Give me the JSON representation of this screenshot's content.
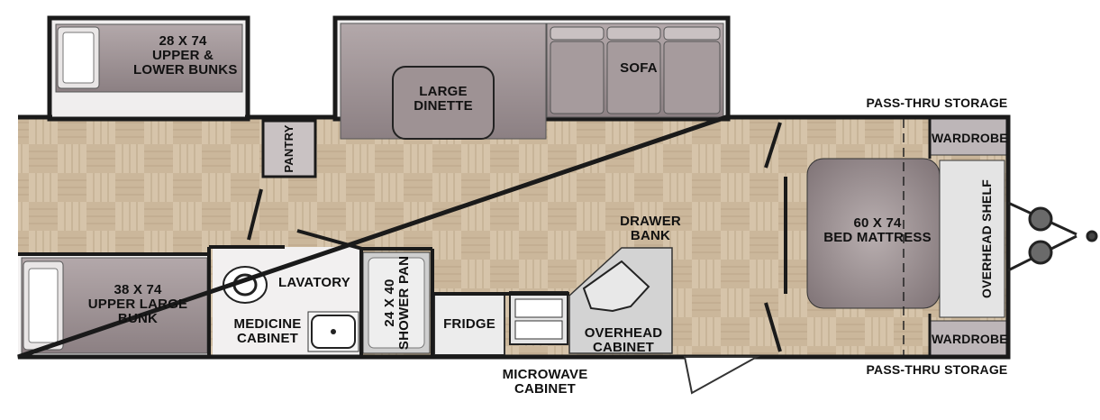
{
  "floorplan": {
    "labels": {
      "bunks_top": [
        "28 x 74",
        "UPPER &",
        "LOWER BUNKS"
      ],
      "dinette": [
        "LARGE",
        "DINETTE"
      ],
      "sofa": "SOFA",
      "pantry": "PANTRY",
      "bunk_large": [
        "38 x 74",
        "UPPER LARGE",
        "BUNK"
      ],
      "lavatory": "LAVATORY",
      "medicine_cabinet": [
        "MEDICINE",
        "CABINET"
      ],
      "shower": [
        "24 x 40",
        "SHOWER PAN"
      ],
      "fridge": "FRIDGE",
      "drawer_bank": [
        "DRAWER",
        "BANK"
      ],
      "overhead_cabinet": [
        "OVERHEAD",
        "CABINET"
      ],
      "microwave_cabinet": [
        "MICROWAVE",
        "CABINET"
      ],
      "bed": [
        "60 x 74",
        "BED MATTRESS"
      ],
      "overhead_shelf": "OVERHEAD SHELF",
      "wardrobe_top": "WARDROBE",
      "wardrobe_bottom": "WARDROBE",
      "pass_thru_top": "PASS-THRU STORAGE",
      "pass_thru_bottom": "PASS-THRU STORAGE"
    },
    "colors": {
      "wall": "#1a1a1a",
      "floor_light": "#d9c8b0",
      "floor_dark": "#b9a68d",
      "furniture": "#9c8f90",
      "cushion": "#8a7d80",
      "counter": "#cfcfcf",
      "bed": "#8f8386"
    }
  }
}
